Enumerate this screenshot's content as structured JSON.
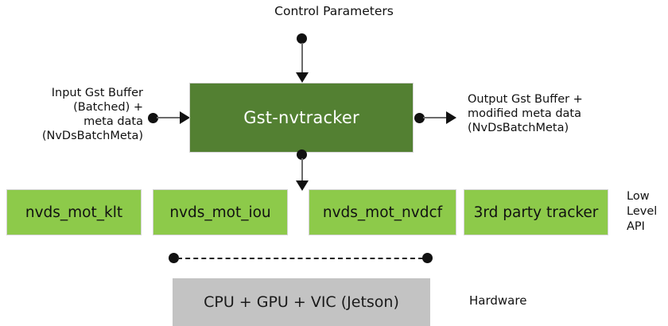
{
  "diagram": {
    "title_top": "Control Parameters",
    "main_block": {
      "label": "Gst-nvtracker",
      "color": "#538032"
    },
    "input_label": "Input Gst Buffer\n(Batched) +\nmeta data\n(NvDsBatchMeta)",
    "output_label": "Output Gst Buffer +\nmodified meta data\n(NvDsBatchMeta)",
    "low_level_boxes": [
      {
        "label": "nvds_mot_klt"
      },
      {
        "label": "nvds_mot_iou"
      },
      {
        "label": "nvds_mot_nvdcf"
      },
      {
        "label": "3rd party tracker"
      }
    ],
    "low_level_boxes_color": "#8DCA4A",
    "layer_labels": {
      "low_level_api": "Low\nLevel\nAPI",
      "hardware": "Hardware"
    },
    "hardware_block": {
      "label": "CPU + GPU + VIC (Jetson)",
      "color": "#c3c3c3"
    },
    "connector_color": "#6b6b6b",
    "dot_color": "#111111"
  }
}
